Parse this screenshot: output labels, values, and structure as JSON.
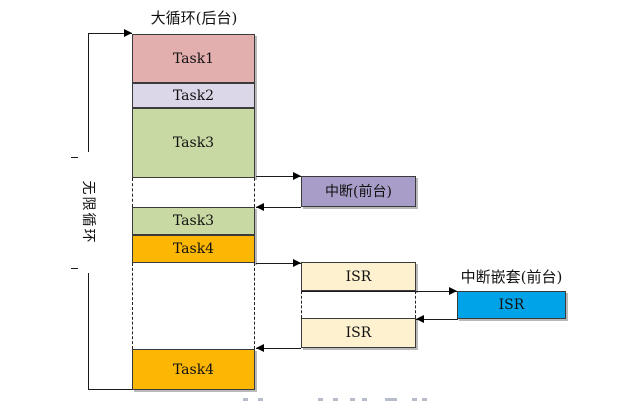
{
  "title": "大循环(后台)",
  "loop": {
    "label": "无限循环"
  },
  "main_column": {
    "description": "background big-loop task stack",
    "segments": [
      {
        "type": "task",
        "label": "Task1"
      },
      {
        "type": "task",
        "label": "Task2"
      },
      {
        "type": "task",
        "label": "Task3"
      },
      {
        "type": "gap"
      },
      {
        "type": "task",
        "label": "Task3"
      },
      {
        "type": "task",
        "label": "Task4"
      },
      {
        "type": "gap"
      },
      {
        "type": "task",
        "label": "Task4"
      }
    ]
  },
  "interrupt": {
    "label": "中断(前台)"
  },
  "isr_column": {
    "segments": [
      {
        "type": "box",
        "label": "ISR"
      },
      {
        "type": "gap"
      },
      {
        "type": "box",
        "label": "ISR"
      }
    ]
  },
  "nested_interrupt": {
    "label": "中断嵌套(前台)",
    "isr_label": "ISR"
  },
  "colors": {
    "task1": "#e3aeae",
    "task2": "#dbd7e9",
    "task3": "#c8d9a3",
    "task4": "#fcb705",
    "interrupt": "#a89cc8",
    "isr": "#fdf1cf",
    "nested_isr": "#00a3e8",
    "line": "#1a1a1a"
  }
}
